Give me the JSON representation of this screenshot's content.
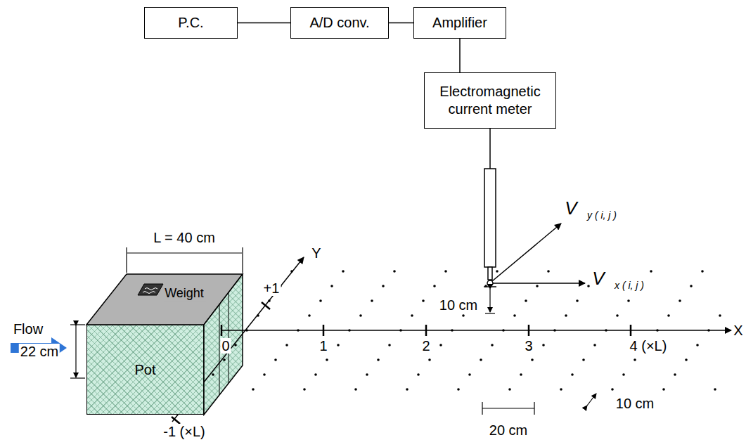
{
  "diagram": {
    "nodes": [
      {
        "text": [
          "P.C."
        ]
      },
      {
        "text": [
          "A/D conv."
        ]
      },
      {
        "text": [
          "Amplifier"
        ]
      },
      {
        "text": [
          "Electromagnetic current meter"
        ]
      },
      {
        "text": [
          "Pot"
        ]
      }
    ],
    "edges": [
      {
        "from": 0,
        "to": 1,
        "arrow": "none"
      },
      {
        "from": 1,
        "to": 2,
        "arrow": "none"
      },
      {
        "from": 2,
        "to": 3,
        "arrow": "none"
      }
    ],
    "labels": [
      "Flow",
      "L = 40 cm",
      "22 cm",
      "Weight",
      "Y",
      "+1",
      "0",
      "1",
      "2",
      "3",
      "4 (×L)",
      "X",
      "-1 (×L)",
      "V",
      "y ( i, j )",
      "V",
      "x ( i, j )",
      "10 cm",
      "20 cm",
      "10 cm"
    ]
  }
}
